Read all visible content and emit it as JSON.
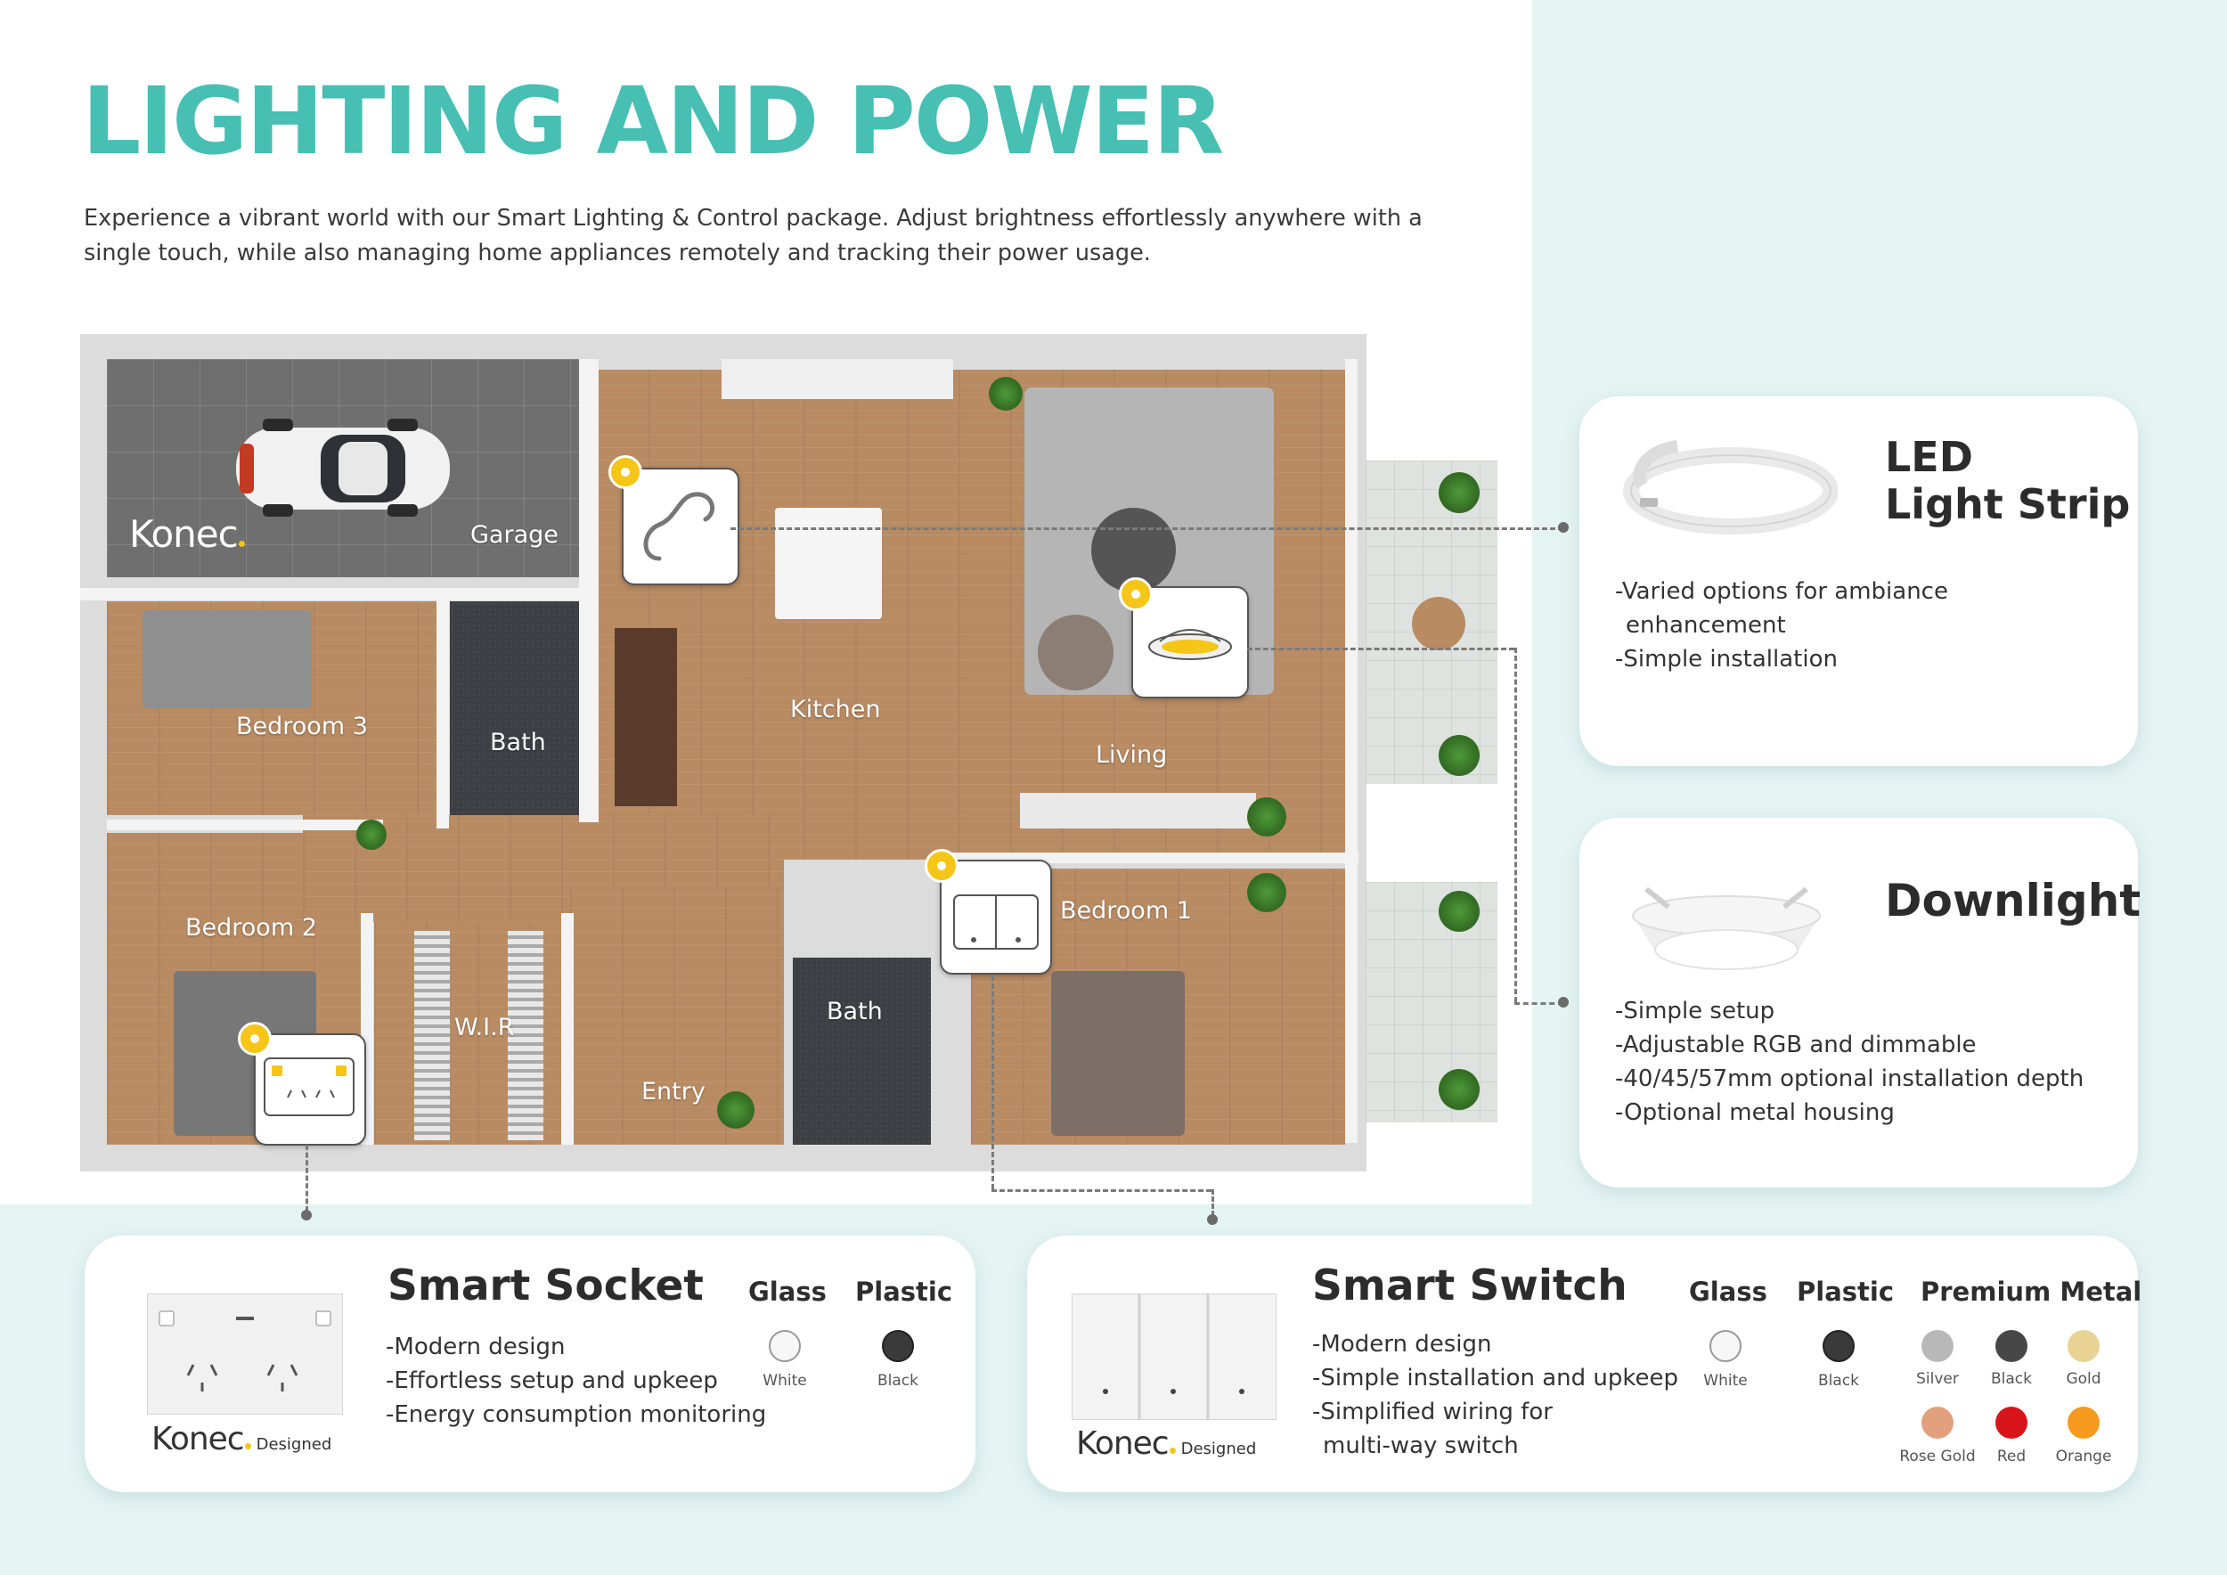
{
  "title": "LIGHTING AND POWER",
  "intro": "Experience a vibrant world with our Smart Lighting & Control package. Adjust brightness effortlessly anywhere with a single touch, while also managing home appliances remotely and tracking their power usage.",
  "floor_plan": {
    "brand": "Konec",
    "rooms": {
      "garage": "Garage",
      "bedroom3": "Bedroom 3",
      "bath_upper": "Bath",
      "kitchen": "Kitchen",
      "living": "Living",
      "bedroom2": "Bedroom 2",
      "wir": "W.I.R",
      "bath_lower": "Bath",
      "entry": "Entry",
      "bedroom1": "Bedroom 1"
    }
  },
  "led_strip": {
    "title_line1": "LED",
    "title_line2": "Light Strip",
    "features": [
      "-Varied options for ambiance",
      "enhancement",
      "-Simple installation"
    ]
  },
  "downlight": {
    "title": "Downlight",
    "features": [
      "-Simple setup",
      "-Adjustable RGB and dimmable",
      "-40/45/57mm optional installation depth",
      "-Optional metal housing"
    ]
  },
  "smart_socket": {
    "title": "Smart Socket",
    "features": [
      "-Modern design",
      "-Effortless setup and upkeep",
      "-Energy consumption monitoring"
    ],
    "brand": "Konec",
    "brand_suffix": "Designed",
    "options": [
      {
        "heading": "Glass",
        "swatches": [
          {
            "name": "White",
            "color": "#f7f7f7"
          }
        ]
      },
      {
        "heading": "Plastic",
        "swatches": [
          {
            "name": "Black",
            "color": "#3a3a3a"
          }
        ]
      }
    ]
  },
  "smart_switch": {
    "title": "Smart Switch",
    "features": [
      "-Modern design",
      "-Simple installation and upkeep",
      "-Simplified wiring for",
      "multi-way switch"
    ],
    "brand": "Konec",
    "brand_suffix": "Designed",
    "options": [
      {
        "heading": "Glass",
        "swatches": [
          {
            "name": "White",
            "color": "#f7f7f7"
          }
        ]
      },
      {
        "heading": "Plastic",
        "swatches": [
          {
            "name": "Black",
            "color": "#3a3a3a"
          }
        ]
      },
      {
        "heading": "Premium Metal",
        "swatches": [
          {
            "name": "Silver",
            "color": "#b8b8b8"
          },
          {
            "name": "Black",
            "color": "#474747"
          },
          {
            "name": "Gold",
            "color": "#e8d394"
          },
          {
            "name": "Rose Gold",
            "color": "#e3a07c"
          },
          {
            "name": "Red",
            "color": "#d8141b"
          },
          {
            "name": "Orange",
            "color": "#f59a1d"
          }
        ]
      }
    ]
  },
  "colors": {
    "title": "#47bfb3",
    "background": "#e4f4f3",
    "pin": "#f5c518"
  }
}
